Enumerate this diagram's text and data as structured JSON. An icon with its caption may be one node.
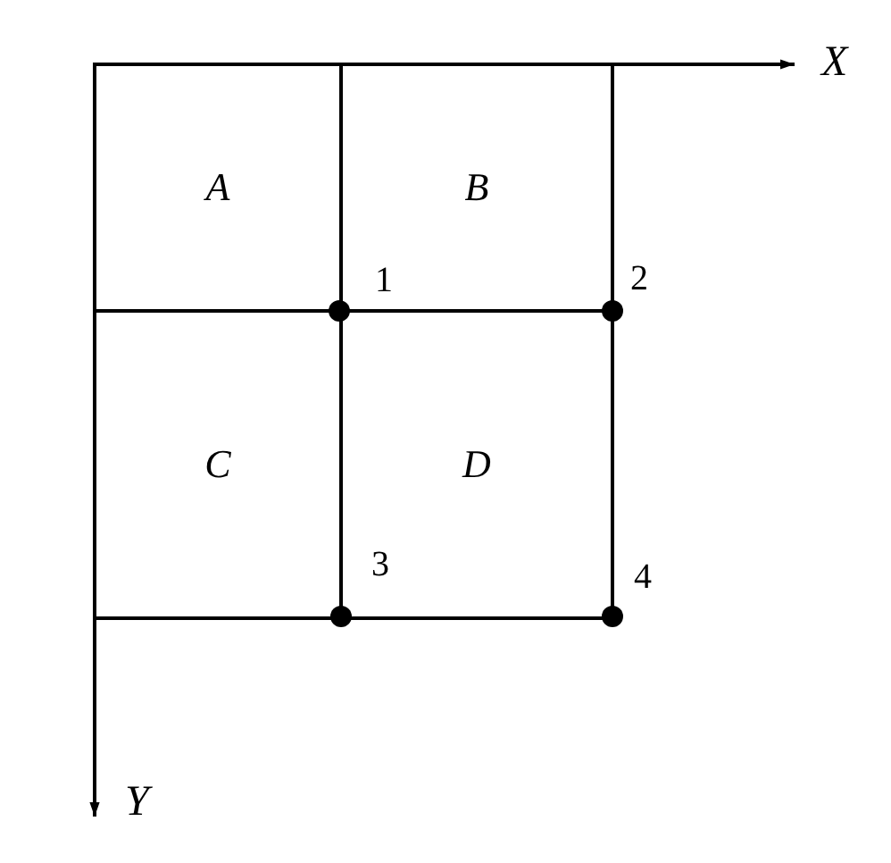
{
  "diagram": {
    "nodes": [
      {
        "text": [
          "A"
        ]
      },
      {
        "text": [
          "B"
        ]
      },
      {
        "text": [
          "C"
        ]
      },
      {
        "text": [
          "D"
        ]
      },
      {
        "text": [],
        "shape": "circle"
      },
      {
        "text": [],
        "shape": "circle"
      },
      {
        "text": [],
        "shape": "circle"
      },
      {
        "text": [],
        "shape": "circle"
      }
    ],
    "labels": [
      "X",
      "1",
      "2",
      "3",
      "4",
      "Y"
    ]
  }
}
